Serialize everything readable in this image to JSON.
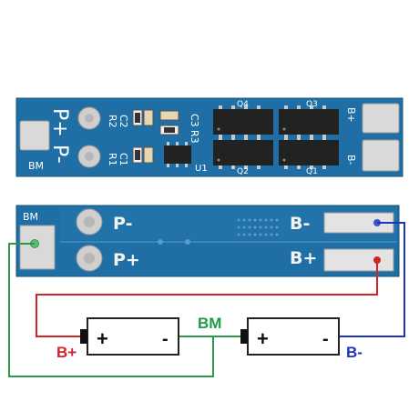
{
  "colors": {
    "pcb_blue": "#1f6fa6",
    "pcb_blue_dark": "#15557f",
    "pad_silver": "#d9d9d9",
    "wire_red": "#d2232a",
    "wire_blue": "#2233bb",
    "wire_green": "#2a9a4a",
    "bm_label_green": "#1f9a4a"
  },
  "top_board": {
    "pad_labels": {
      "p_plus": "P+",
      "p_minus": "P-",
      "bm": "BM",
      "b_plus": "B+",
      "b_minus": "B-"
    },
    "component_labels": {
      "r2": "R2",
      "c2": "C2",
      "r1": "R1",
      "c1": "C1",
      "c3": "C3",
      "r3": "R3",
      "u1": "U1",
      "q4": "Q4",
      "q3": "Q3",
      "q2": "Q2",
      "q1": "Q1"
    }
  },
  "bottom_board": {
    "pad_labels": {
      "bm": "BM",
      "p_minus": "P-",
      "p_plus": "P+",
      "b_minus": "B-",
      "b_plus": "B+"
    }
  },
  "wiring": {
    "b_plus_label": "B+",
    "b_minus_label": "B-",
    "bm_label": "BM",
    "battery_plus": "+",
    "battery_minus": "-"
  }
}
